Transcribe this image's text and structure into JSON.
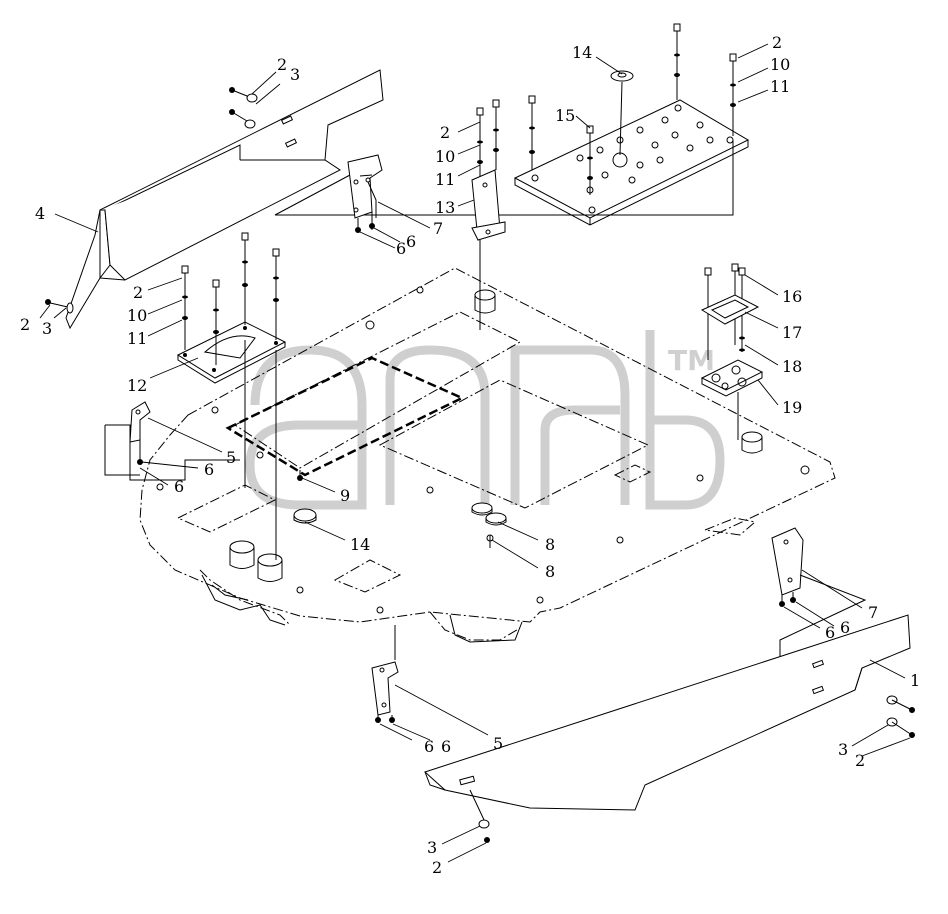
{
  "watermark": {
    "text": "ənab",
    "trademark": "TM"
  },
  "callouts": [
    {
      "id": "c-2-a",
      "text": "2"
    },
    {
      "id": "c-3-a",
      "text": "3"
    },
    {
      "id": "c-14-a",
      "text": "14"
    },
    {
      "id": "c-2-b",
      "text": "2"
    },
    {
      "id": "c-10-a",
      "text": "10"
    },
    {
      "id": "c-11-a",
      "text": "11"
    },
    {
      "id": "c-15",
      "text": "15"
    },
    {
      "id": "c-2-c",
      "text": "2"
    },
    {
      "id": "c-10-b",
      "text": "10"
    },
    {
      "id": "c-11-b",
      "text": "11"
    },
    {
      "id": "c-13",
      "text": "13"
    },
    {
      "id": "c-7-a",
      "text": "7"
    },
    {
      "id": "c-6-a",
      "text": "6"
    },
    {
      "id": "c-6-b",
      "text": "6"
    },
    {
      "id": "c-4",
      "text": "4"
    },
    {
      "id": "c-2-d",
      "text": "2"
    },
    {
      "id": "c-10-c",
      "text": "10"
    },
    {
      "id": "c-11-c",
      "text": "11"
    },
    {
      "id": "c-12",
      "text": "12"
    },
    {
      "id": "c-2-e",
      "text": "2"
    },
    {
      "id": "c-3-b",
      "text": "3"
    },
    {
      "id": "c-16",
      "text": "16"
    },
    {
      "id": "c-17",
      "text": "17"
    },
    {
      "id": "c-18",
      "text": "18"
    },
    {
      "id": "c-19",
      "text": "19"
    },
    {
      "id": "c-5-a",
      "text": "5"
    },
    {
      "id": "c-6-c",
      "text": "6"
    },
    {
      "id": "c-6-d",
      "text": "6"
    },
    {
      "id": "c-9",
      "text": "9"
    },
    {
      "id": "c-14-b",
      "text": "14"
    },
    {
      "id": "c-8-a",
      "text": "8"
    },
    {
      "id": "c-8-b",
      "text": "8"
    },
    {
      "id": "c-7-b",
      "text": "7"
    },
    {
      "id": "c-6-e",
      "text": "6"
    },
    {
      "id": "c-6-f",
      "text": "6"
    },
    {
      "id": "c-1",
      "text": "1"
    },
    {
      "id": "c-6-g",
      "text": "6"
    },
    {
      "id": "c-6-h",
      "text": "6"
    },
    {
      "id": "c-5-b",
      "text": "5"
    },
    {
      "id": "c-3-c",
      "text": "3"
    },
    {
      "id": "c-2-f",
      "text": "2"
    },
    {
      "id": "c-3-d",
      "text": "3"
    },
    {
      "id": "c-2-g",
      "text": "2"
    }
  ]
}
